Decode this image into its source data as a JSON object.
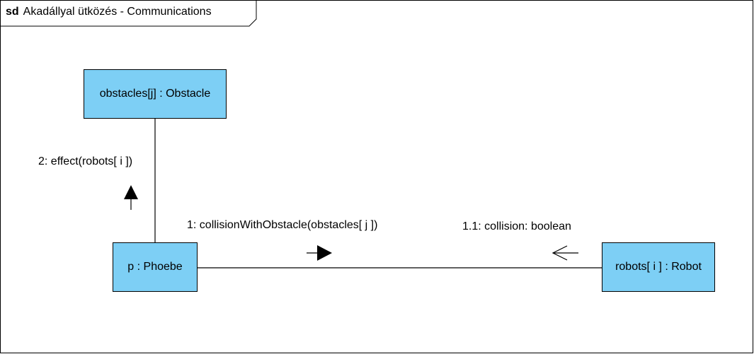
{
  "frame": {
    "keyword": "sd",
    "title": "Akadállyal ütközés - Communications"
  },
  "objects": {
    "obstacle": "obstacles[j] : Obstacle",
    "phoebe": "p : Phoebe",
    "robot": "robots[ i ] : Robot"
  },
  "messages": {
    "effect": "2: effect(robots[ i ])",
    "collision": "1: collisionWithObstacle(obstacles[ j ])",
    "return": "1.1: collision: boolean"
  },
  "colors": {
    "lifeline_fill": "#7dcff5",
    "line": "#000000"
  }
}
